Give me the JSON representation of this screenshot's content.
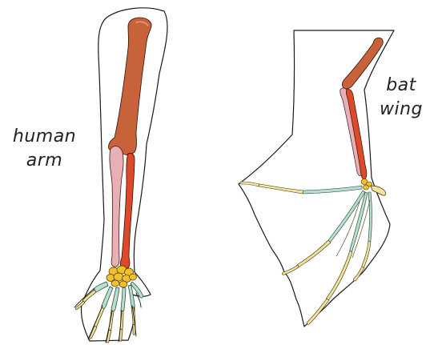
{
  "labels": {
    "human": [
      "human",
      "arm"
    ],
    "bat": [
      "bat",
      "wing"
    ]
  },
  "colors": {
    "humerus": "#c8623a",
    "radius": "#dd4a2a",
    "ulna": "#e8b0b4",
    "carpals": "#f2c02e",
    "metacarpals": "#b5e0cc",
    "phalanges": "#f2e29a",
    "outline": "#1a1a1a",
    "background": "#ffffff"
  }
}
